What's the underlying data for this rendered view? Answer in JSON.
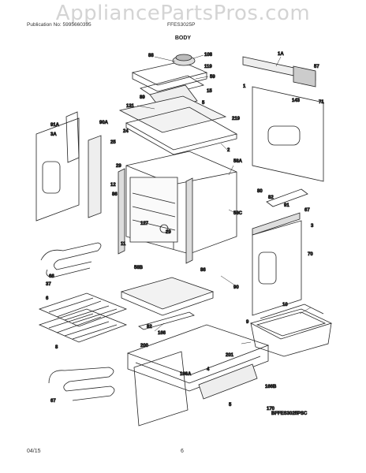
{
  "header": {
    "watermark": "AppliancePartsPros.com",
    "publication": "Publication No: 5995660395",
    "model": "FFES3025P",
    "section": "BODY"
  },
  "diagram_code": "BFFES3025PSC",
  "footer": {
    "date": "04/15",
    "page": "6"
  },
  "part_labels": [
    "88",
    "108",
    "119",
    "59",
    "89",
    "131",
    "24",
    "25",
    "29",
    "12",
    "86",
    "127",
    "11",
    "58B",
    "58A",
    "5",
    "15",
    "219",
    "2",
    "1A",
    "57",
    "1",
    "143",
    "71",
    "80",
    "82",
    "91",
    "67",
    "58C",
    "3",
    "70",
    "66",
    "37",
    "6",
    "8",
    "90",
    "82",
    "10",
    "9",
    "166",
    "200",
    "201",
    "166A",
    "166B",
    "67",
    "170",
    "5",
    "4",
    "91A",
    "90A",
    "3A",
    "29",
    "86"
  ]
}
